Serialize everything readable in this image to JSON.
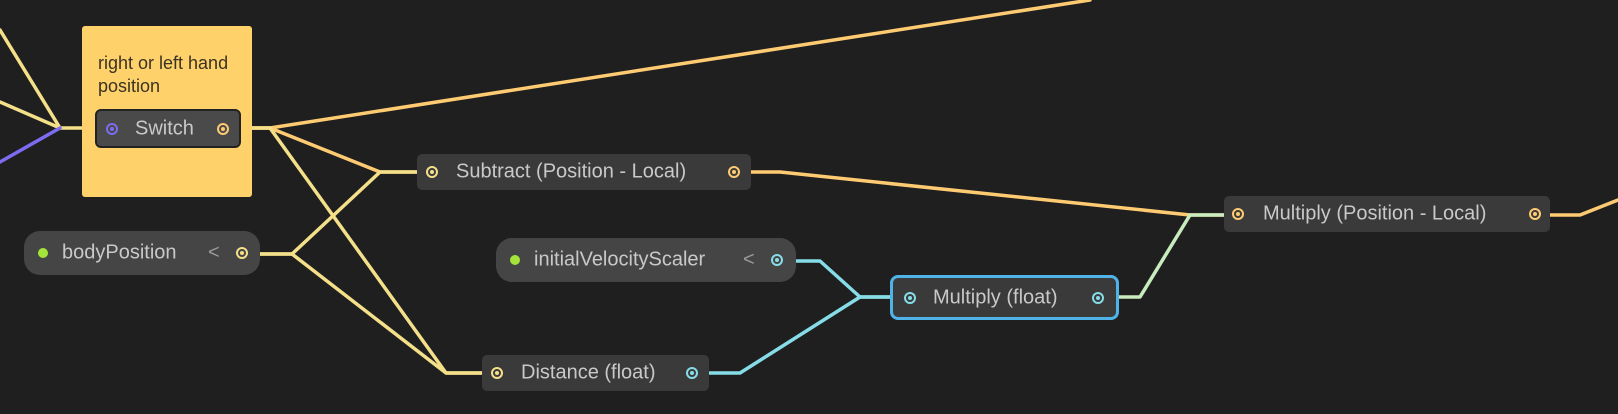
{
  "sticky": {
    "text": "right or left hand position"
  },
  "nodes": {
    "switch": {
      "label": "Switch"
    },
    "subtract": {
      "label": "Subtract (Position - Local)"
    },
    "multiply_pos": {
      "label": "Multiply (Position - Local)"
    },
    "body_position": {
      "label": "bodyPosition",
      "chevron": "<"
    },
    "initial_velocity": {
      "label": "initialVelocityScaler",
      "chevron": "<"
    },
    "multiply_float": {
      "label": "Multiply (float)"
    },
    "distance": {
      "label": "Distance (float)"
    }
  },
  "colors": {
    "background": "#1f1f1f",
    "wire_yellow": "#f5e08a",
    "wire_orange": "#ffcb72",
    "wire_cyan": "#86dde8",
    "wire_violet": "#7b6cf0",
    "selection": "#4fb3e8",
    "sticky": "#ffd16a"
  }
}
